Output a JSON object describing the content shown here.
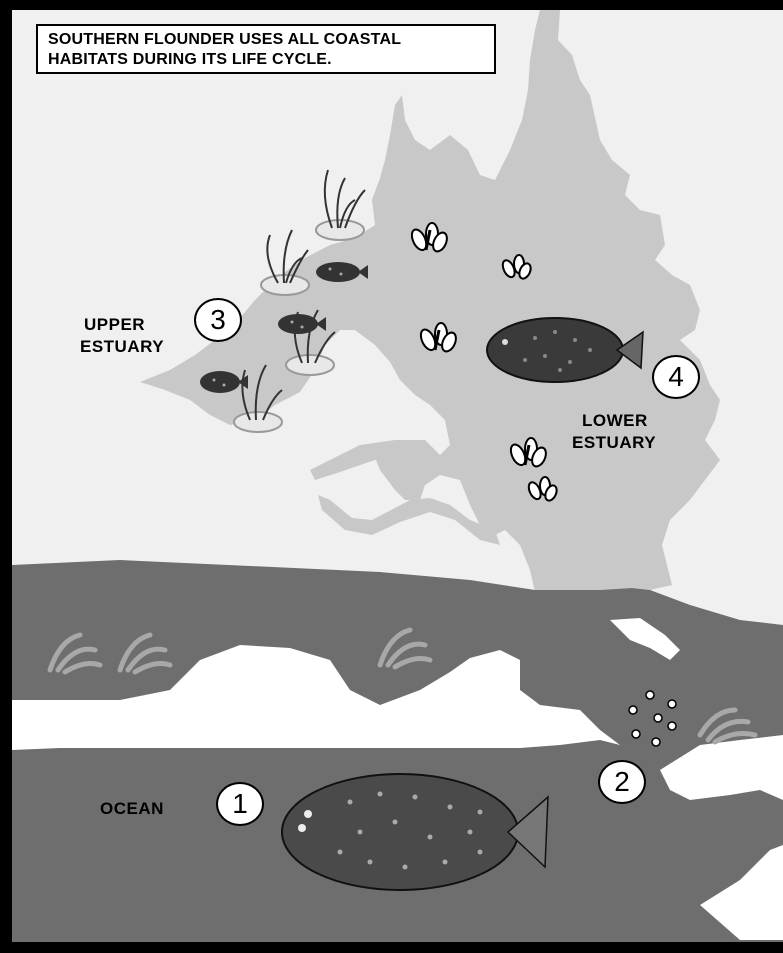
{
  "title": {
    "line1": "SOUTHERN FLOUNDER USES ALL COASTAL",
    "line2": "HABITATS DURING ITS LIFE CYCLE."
  },
  "labels": {
    "upper_estuary_1": "UPPER",
    "upper_estuary_2": "ESTUARY",
    "lower_estuary_1": "LOWER",
    "lower_estuary_2": "ESTUARY",
    "ocean": "OCEAN"
  },
  "stages": {
    "s1": "1",
    "s2": "2",
    "s3": "3",
    "s4": "4"
  },
  "colors": {
    "frame": "#000000",
    "land": "#f0f0f0",
    "estuary_water": "#c8c8c8",
    "ocean_water": "#6e6e6e",
    "barrier_island": "#ffffff",
    "seagrass": "#a8a8a8"
  }
}
